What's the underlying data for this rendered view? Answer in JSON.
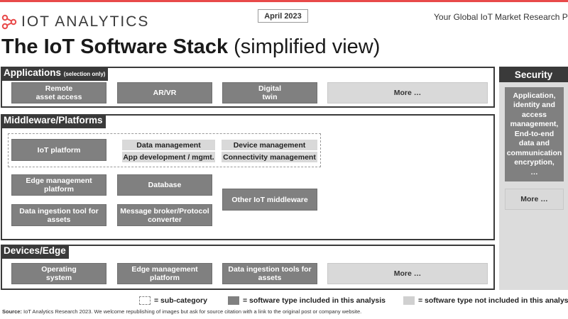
{
  "header": {
    "logo_text": "IOT ANALYTICS",
    "date": "April 2023",
    "tagline": "Your Global IoT Market Research Partner",
    "title_bold": "The IoT Software Stack",
    "title_rest": "(simplified view)"
  },
  "applications": {
    "label": "Applications",
    "label_note": "(selection only)",
    "items": [
      "Remote\nasset access",
      "AR/VR",
      "Digital\ntwin",
      "More …"
    ]
  },
  "middleware": {
    "label": "Middleware/Platforms",
    "iot_platform": "IoT platform",
    "subcategories": [
      "Data management",
      "Device management",
      "App development / mgmt.",
      "Connectivity management"
    ],
    "edge_mgmt": "Edge management\nplatform",
    "database": "Database",
    "data_ingestion": "Data ingestion tool for\nassets",
    "message_broker": "Message broker/Protocol\nconverter",
    "other": "Other IoT middleware"
  },
  "devices": {
    "label": "Devices/Edge",
    "items": [
      "Operating\nsystem",
      "Edge management\nplatform",
      "Data ingestion tools for\nassets",
      "More …"
    ]
  },
  "security": {
    "title": "Security",
    "description": "Application,\nidentity and\naccess\nmanagement,\nEnd-to-end\ndata and\ncommunication\nencryption,\n…",
    "more": "More …"
  },
  "legend": {
    "subcategory": "= sub-category",
    "included": "= software type included in this analysis",
    "not_included": "= software type not included in this analysis"
  },
  "source": {
    "label": "Source:",
    "text": "IoT Analytics Research 2023. We welcome republishing of images but ask for source citation with a link to the original post or company website."
  },
  "colors": {
    "dark_box": "#808080",
    "light_box": "#d9d9d9",
    "section_border": "#3a3a3a",
    "brand_red": "#e84a4a"
  }
}
